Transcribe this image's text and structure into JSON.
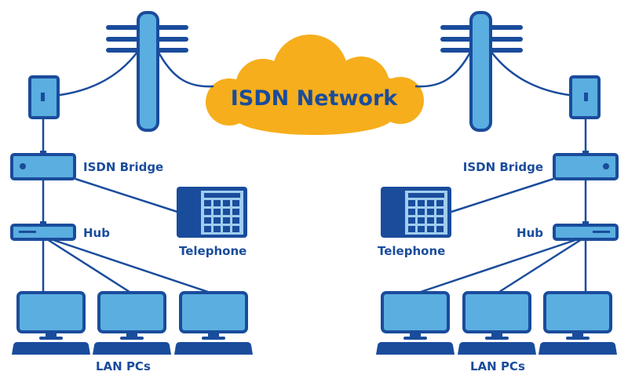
{
  "title": "ISDN Network",
  "left": {
    "bridge_label": "ISDN Bridge",
    "hub_label": "Hub",
    "telephone_label": "Telephone",
    "pcs_label": "LAN PCs"
  },
  "right": {
    "bridge_label": "ISDN Bridge",
    "hub_label": "Hub",
    "telephone_label": "Telephone",
    "pcs_label": "LAN PCs"
  },
  "colors": {
    "dark_blue": "#1a4c9c",
    "light_blue": "#5aaee0",
    "cloud": "#f6ae1c"
  }
}
